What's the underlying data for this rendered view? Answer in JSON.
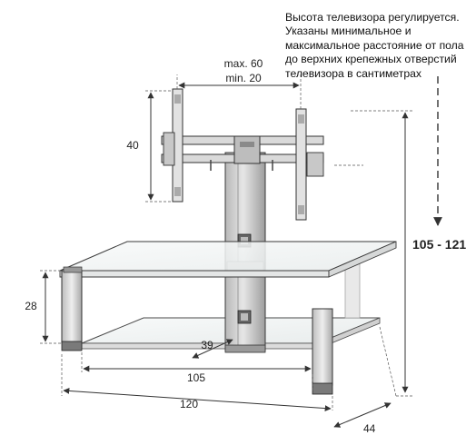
{
  "note": "Высота телевизора регулируется.\nУказаны минимальное и\nмаксимальное  расстояние от пола\nдо верхних крепежных отверстий\nтелевизора в сантиметрах",
  "dims": {
    "bracket_max": "max. 60",
    "bracket_min": "min. 20",
    "bracket_height": "40",
    "shelf_height": "28",
    "depth_column": "39",
    "inner_width": "105",
    "total_width": "120",
    "depth": "44",
    "height_range": "105 - 121"
  },
  "colors": {
    "line": "#3a3a3a",
    "glass": "#f4f6f6",
    "metal": "#d9d9d9",
    "column": "#cfcfcf"
  }
}
